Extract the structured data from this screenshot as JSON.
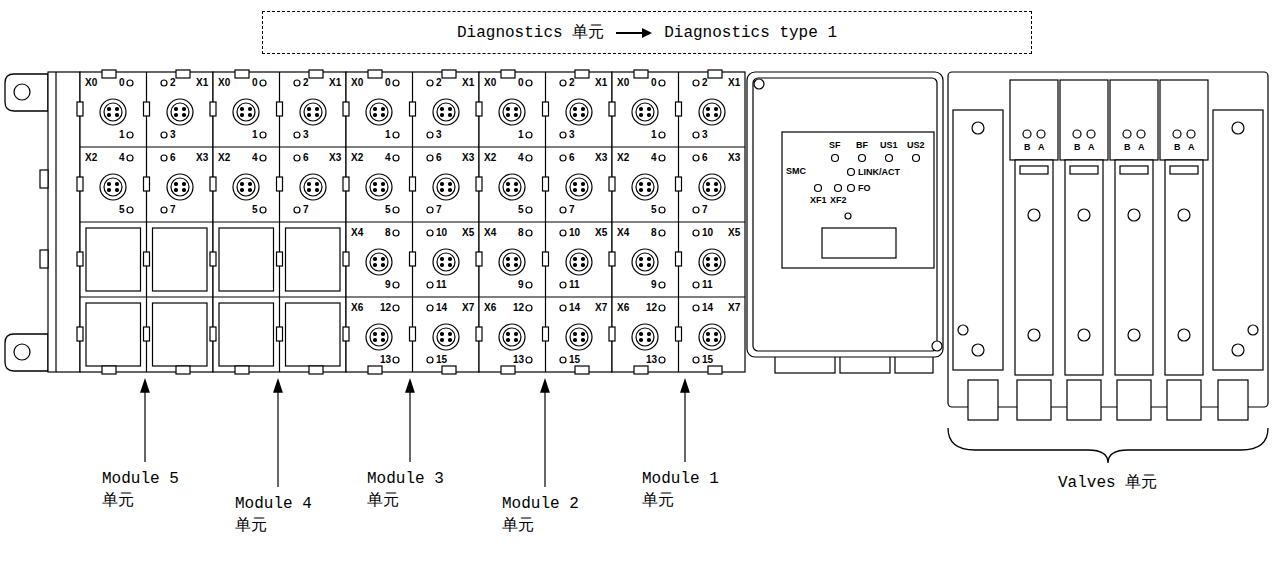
{
  "diagram": {
    "nodes": [
      {
        "text": [
          "Diagnostics 单元",
          "Diagnostics type 1"
        ]
      }
    ],
    "labels": [
      "X0",
      "0",
      "2",
      "X1",
      "1",
      "3",
      "X2",
      "4",
      "6",
      "X3",
      "5",
      "7",
      "X0",
      "0",
      "2",
      "X1",
      "1",
      "3",
      "X2",
      "4",
      "6",
      "X3",
      "5",
      "7",
      "X0",
      "0",
      "2",
      "X1",
      "1",
      "3",
      "X2",
      "4",
      "6",
      "X3",
      "5",
      "7",
      "X4",
      "8",
      "10",
      "X5",
      "9",
      "11",
      "X6",
      "12",
      "14",
      "X7",
      "13",
      "15",
      "X0",
      "0",
      "2",
      "X1",
      "1",
      "3",
      "X2",
      "4",
      "6",
      "X3",
      "5",
      "7",
      "X4",
      "8",
      "10",
      "X5",
      "9",
      "11",
      "X6",
      "12",
      "14",
      "X7",
      "13",
      "15",
      "X0",
      "0",
      "2",
      "X1",
      "1",
      "3",
      "X2",
      "4",
      "6",
      "X3",
      "5",
      "7",
      "X4",
      "8",
      "10",
      "X5",
      "9",
      "11",
      "X6",
      "12",
      "14",
      "X7",
      "13",
      "15",
      "SF",
      "BF",
      "US1",
      "US2",
      "SMC",
      "LINK/ACT",
      "FO",
      "XF1",
      "XF2",
      "B",
      "A",
      "B",
      "A",
      "B",
      "A",
      "B",
      "A",
      "Module 5 单元",
      "Module 4 单元",
      "Module 3 单元",
      "Module 2 单元",
      "Module 1 单元",
      "Valves 单元"
    ]
  }
}
